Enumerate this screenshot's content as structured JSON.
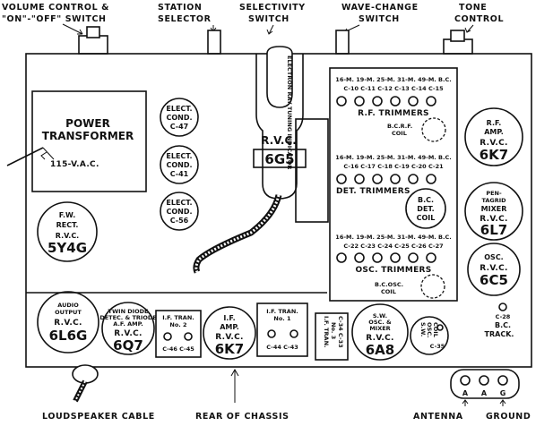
{
  "top_labels": {
    "volume_1": "VOLUME CONTROL &",
    "volume_2": "\"ON\"-\"OFF\" SWITCH",
    "station_1": "STATION",
    "station_2": "SELECTOR",
    "selectivity_1": "SELECTIVITY",
    "selectivity_2": "SWITCH",
    "wave_1": "WAVE-CHANGE",
    "wave_2": "SWITCH",
    "tone_1": "TONE",
    "tone_2": "CONTROL"
  },
  "bottom_labels": {
    "speaker": "LOUDSPEAKER CABLE",
    "rear": "REAR OF CHASSIS",
    "antenna": "ANTENNA",
    "ground": "GROUND",
    "terminal_a1": "A",
    "terminal_a2": "A",
    "terminal_g": "G"
  },
  "power_transformer": {
    "line1": "POWER",
    "line2": "TRANSFORMER",
    "input": "115-V.A.C."
  },
  "condensers": [
    {
      "l1": "ELECT.",
      "l2": "COND.",
      "l3": "C-47"
    },
    {
      "l1": "ELECT.",
      "l2": "COND.",
      "l3": "C-41"
    },
    {
      "l1": "ELECT.",
      "l2": "COND.",
      "l3": "C-56"
    }
  ],
  "rectifier": {
    "l1": "F.W.",
    "l2": "RECT.",
    "l3": "R.V.C.",
    "l4": "5Y4G"
  },
  "eye_tube": {
    "label": "ELECTRON RAY TUNING INDICATOR",
    "brand": "R.V.C.",
    "type": "6G5"
  },
  "rf_panel": {
    "bands_1": "16-M. 19-M. 25-M. 31-M. 49-M. B.C.",
    "caps_1": "C-10  C-11  C-12 C-13  C-14  C-15",
    "title_1": "R.F. TRIMMERS",
    "coil_1": "B.C.R.F.",
    "coil_1b": "COIL",
    "bands_2": "16-M. 19-M. 25-M. 31-M. 49-M. B.C.",
    "caps_2": "C-16  C-17  C-18  C-19  C-20 C-21",
    "title_2": "DET. TRIMMERS",
    "det_coil_1": "B.C.",
    "det_coil_2": "DET.",
    "det_coil_3": "COIL",
    "bands_3": "16-M. 19-M. 25-M. 31-M. 49-M. B.C.",
    "caps_3": "C-22  C-23 C-24  C-25  C-26  C-27",
    "title_3": "OSC. TRIMMERS",
    "coil_3": "B.C.OSC.",
    "coil_3b": "COIL"
  },
  "right_tubes": [
    {
      "l1": "R.F.",
      "l2": "AMP.",
      "l3": "R.V.C.",
      "l4": "6K7"
    },
    {
      "l1": "PEN-",
      "l2": "TAGRID",
      "l3": "MIXER",
      "l4": "R.V.C.",
      "l5": "6L7"
    },
    {
      "l1": "OSC.",
      "l2": "R.V.C.",
      "l3": "6C5"
    }
  ],
  "bc_track": {
    "l1": "C-28",
    "l2": "B.C.",
    "l3": "TRACK."
  },
  "bottom_row": {
    "audio": {
      "l1": "AUDIO",
      "l2": "OUTPUT",
      "l3": "R.V.C.",
      "l4": "6L6G"
    },
    "twin": {
      "l1": "TWIN DIODE",
      "l2": "DETEC. & TRIODE",
      "l3": "A.F. AMP.",
      "l4": "R.V.C.",
      "l5": "6Q7"
    },
    "if2": {
      "l1": "I.F. TRAN.",
      "l2": "No. 2",
      "caps": "C-46  C-45"
    },
    "ifamp": {
      "l1": "I.F.",
      "l2": "AMP.",
      "l3": "R.V.C.",
      "l4": "6K7"
    },
    "if1": {
      "l1": "I.F. TRAN.",
      "l2": "No. 1",
      "caps": "C-44  C-43"
    },
    "if3": {
      "l1": "I.F. TRAN.",
      "l2": "No. 3",
      "caps": "C-34 C-33"
    },
    "sw": {
      "l1": "S.W.",
      "l2": "OSC. &",
      "l3": "MIXER",
      "l4": "R.V.C.",
      "l5": "6A8"
    },
    "sw_coil": {
      "l1": "S.W.",
      "l2": "OSC.",
      "l3": "COIL",
      "cap": "C-35"
    }
  }
}
